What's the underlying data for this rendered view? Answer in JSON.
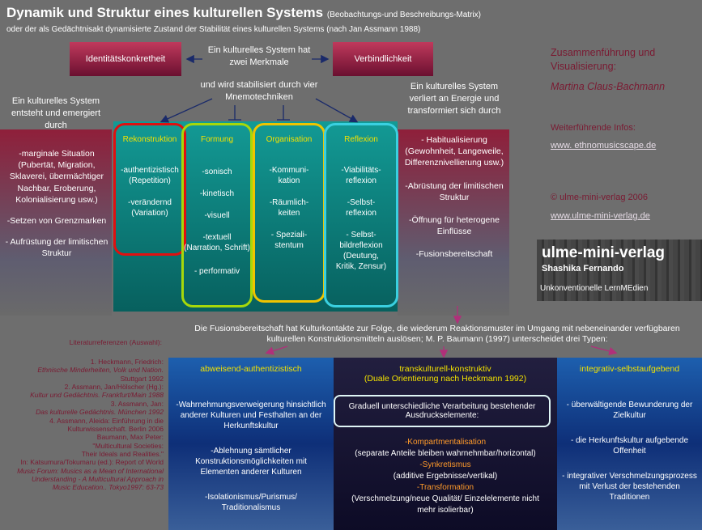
{
  "header": {
    "title": "Dynamik und Struktur eines kulturellen Systems",
    "title_note": "(Beobachtungs-und Beschreibungs-Matrix)",
    "subtitle": "oder der als Gedächtnisakt dynamisierte Zustand der Stabilität eines kulturellen Systems (nach Jan Assmann 1988)"
  },
  "top": {
    "left_box": "Identitätskonkretheit",
    "right_box": "Verbindlichkeit",
    "center_1": "Ein kulturelles System hat zwei Merkmale",
    "center_2": "und wird stabilisiert durch vier Mnemotechniken"
  },
  "left_side": {
    "intro": "Ein kulturelles System entsteht und emergiert durch",
    "items": [
      "-marginale Situation (Pubertät, Migration, Sklaverei, übermächtiger Nachbar, Eroberung, Kolonialisierung usw.)",
      "-Setzen von Grenzmarken",
      "- Aufrüstung der limitischen Struktur"
    ]
  },
  "right_side": {
    "intro": "Ein kulturelles System verliert an Energie und transformiert sich durch",
    "items": [
      "- Habitualisierung (Gewohnheit, Langeweile, Differenznivellierung usw.)",
      "-Abrüstung der limitischen Struktur",
      "-Öffnung für heterogene Einflüsse",
      "-Fusionsbereitschaft"
    ]
  },
  "columns": [
    {
      "title": "Rekonstruktion",
      "items": [
        "-authentizistisch (Repetition)",
        "-verändernd (Variation)"
      ]
    },
    {
      "title": "Formung",
      "items": [
        "-sonisch",
        "-kinetisch",
        "-visuell",
        "-textuell (Narration, Schrift)",
        "- performativ"
      ]
    },
    {
      "title": "Organisation",
      "items": [
        "-Kommuni-kation",
        "-Räumlich-keiten",
        "- Speziali-stentum"
      ]
    },
    {
      "title": "Reflexion",
      "items": [
        "-Viabilitäts-reflexion",
        "-Selbst-reflexion",
        "- Selbst-bildreflexion (Deutung, Kritik, Zensur)"
      ]
    }
  ],
  "info": {
    "credit_1": "Zusammenführung und Visualisierung:",
    "credit_2": "Martina Claus-Bachmann",
    "links_label": "Weiterführende Infos:",
    "link_1": "www. ethnomusicscape.de",
    "copyright": "© ulme-mini-verlag 2006",
    "link_2": "www.ulme-mini-verlag.de",
    "logo_title": "ulme-mini-verlag",
    "logo_sub": "Shashika Fernando",
    "logo_tag": "Unkonventionelle LernMEdien"
  },
  "fusion_text": "Die Fusionsbereitschaft hat Kulturkontakte zur Folge, die wiederum Reaktionsmuster im Umgang mit nebeneinander verfügbaren kulturellen Konstruktionsmitteln auslösen; M. P. Baumann (1997) unterscheidet drei Typen:",
  "literature": {
    "heading": "Literaturreferenzen (Auswahl):",
    "entries": [
      "1. Heckmann, Friedrich:",
      "Ethnische Minderheiten, Volk und Nation.",
      "Stuttgart 1992",
      "2. Assmann, Jan/Hölscher (Hg.):",
      "Kultur und Gedächtnis. Frankfurt/Main 1988",
      "3. Assmann, Jan:",
      "Das kulturelle Gedächtnis. München 1992",
      "4. Assmann, Aleida: Einführung in die",
      "Kulturwissenschaft. Berlin 2006",
      "Baumann, Max Peter:",
      "\"Multicultural Societies:",
      "Their Ideals and Realities.\"",
      "In: Katsumura/Tokumaru (ed.): Report of World",
      "Music Forum: Musics as a Mean of International",
      "Understanding - A Multicultural Approach in",
      "Music Education.. Tokyo1997: 63-73"
    ]
  },
  "types": {
    "left": {
      "title": "abweisend-authentizistisch",
      "items": [
        "-Wahrnehmungsverweigerung hinsichtlich anderer Kulturen und Festhalten an der Herkunftskultur",
        "-Ablehnung sämtlicher Konstruktionsmöglichkeiten mit Elementen anderer Kulturen",
        "-Isolationismus/Purismus/ Traditionalismus"
      ]
    },
    "middle": {
      "title": "transkulturell-konstruktiv",
      "subtitle": "(Duale Orientierung nach Heckmann 1992)",
      "boxed": "Graduell unterschiedliche Verarbeitung bestehender Ausdruckselemente:",
      "k_label": "-Kompartmentalisation",
      "k_text": "(separate Anteile bleiben wahrnehmbar/horizontal)",
      "s_label": "-Synkretismus",
      "s_text": "(additive Ergebnisse/vertikal)",
      "t_label": "-Transformation",
      "t_text": "(Verschmelzung/neue Qualität/ Einzelelemente nicht mehr isolierbar)"
    },
    "right": {
      "title": "integrativ-selbstaufgebend",
      "items": [
        "- überwältigende Bewunderung der Zielkultur",
        "- die Herkunftskultur aufgebende Offenheit",
        "- integrativer Verschmelzungsprozess mit Verlust der bestehenden Traditionen"
      ]
    }
  },
  "colors": {
    "background": "#6e6e6e",
    "teal": "#0f8a86",
    "crimson": "#8f1f3a",
    "navy": "#0e2f78",
    "accent_yellow": "#f2e200",
    "accent_orange": "#ff9a2a",
    "box_red": "#e01010",
    "box_green": "#a6d80a",
    "box_yellow": "#f0c400",
    "box_cyan": "#3ad0e0"
  }
}
